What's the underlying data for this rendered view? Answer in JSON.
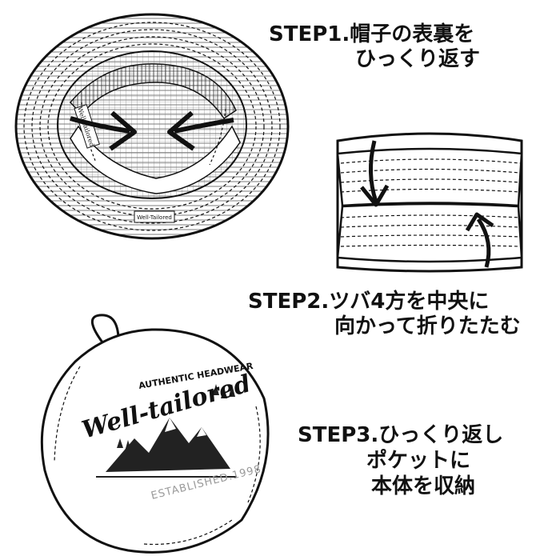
{
  "steps": [
    {
      "label": "STEP1.",
      "lines": [
        "STEP1.帽子の表裏を",
        "ひっくり返す"
      ]
    },
    {
      "label": "STEP2.",
      "lines": [
        "STEP2.ツバ4方を中央に",
        "向かって折りたたむ"
      ]
    },
    {
      "label": "STEP3.",
      "lines": [
        "STEP3.ひっくり返し",
        "ポケットに",
        "本体を収納"
      ]
    }
  ],
  "hat_label": "Well-Tailored",
  "inner_tag_text": "Well-tailored",
  "pouch_logo": {
    "top": "AUTHENTIC HEADWEAR",
    "script": "Well-tailored",
    "bottom": "ESTABLISHED.1998"
  },
  "colors": {
    "ink": "#111111",
    "paper": "#ffffff",
    "grey": "#9a9a9a"
  }
}
